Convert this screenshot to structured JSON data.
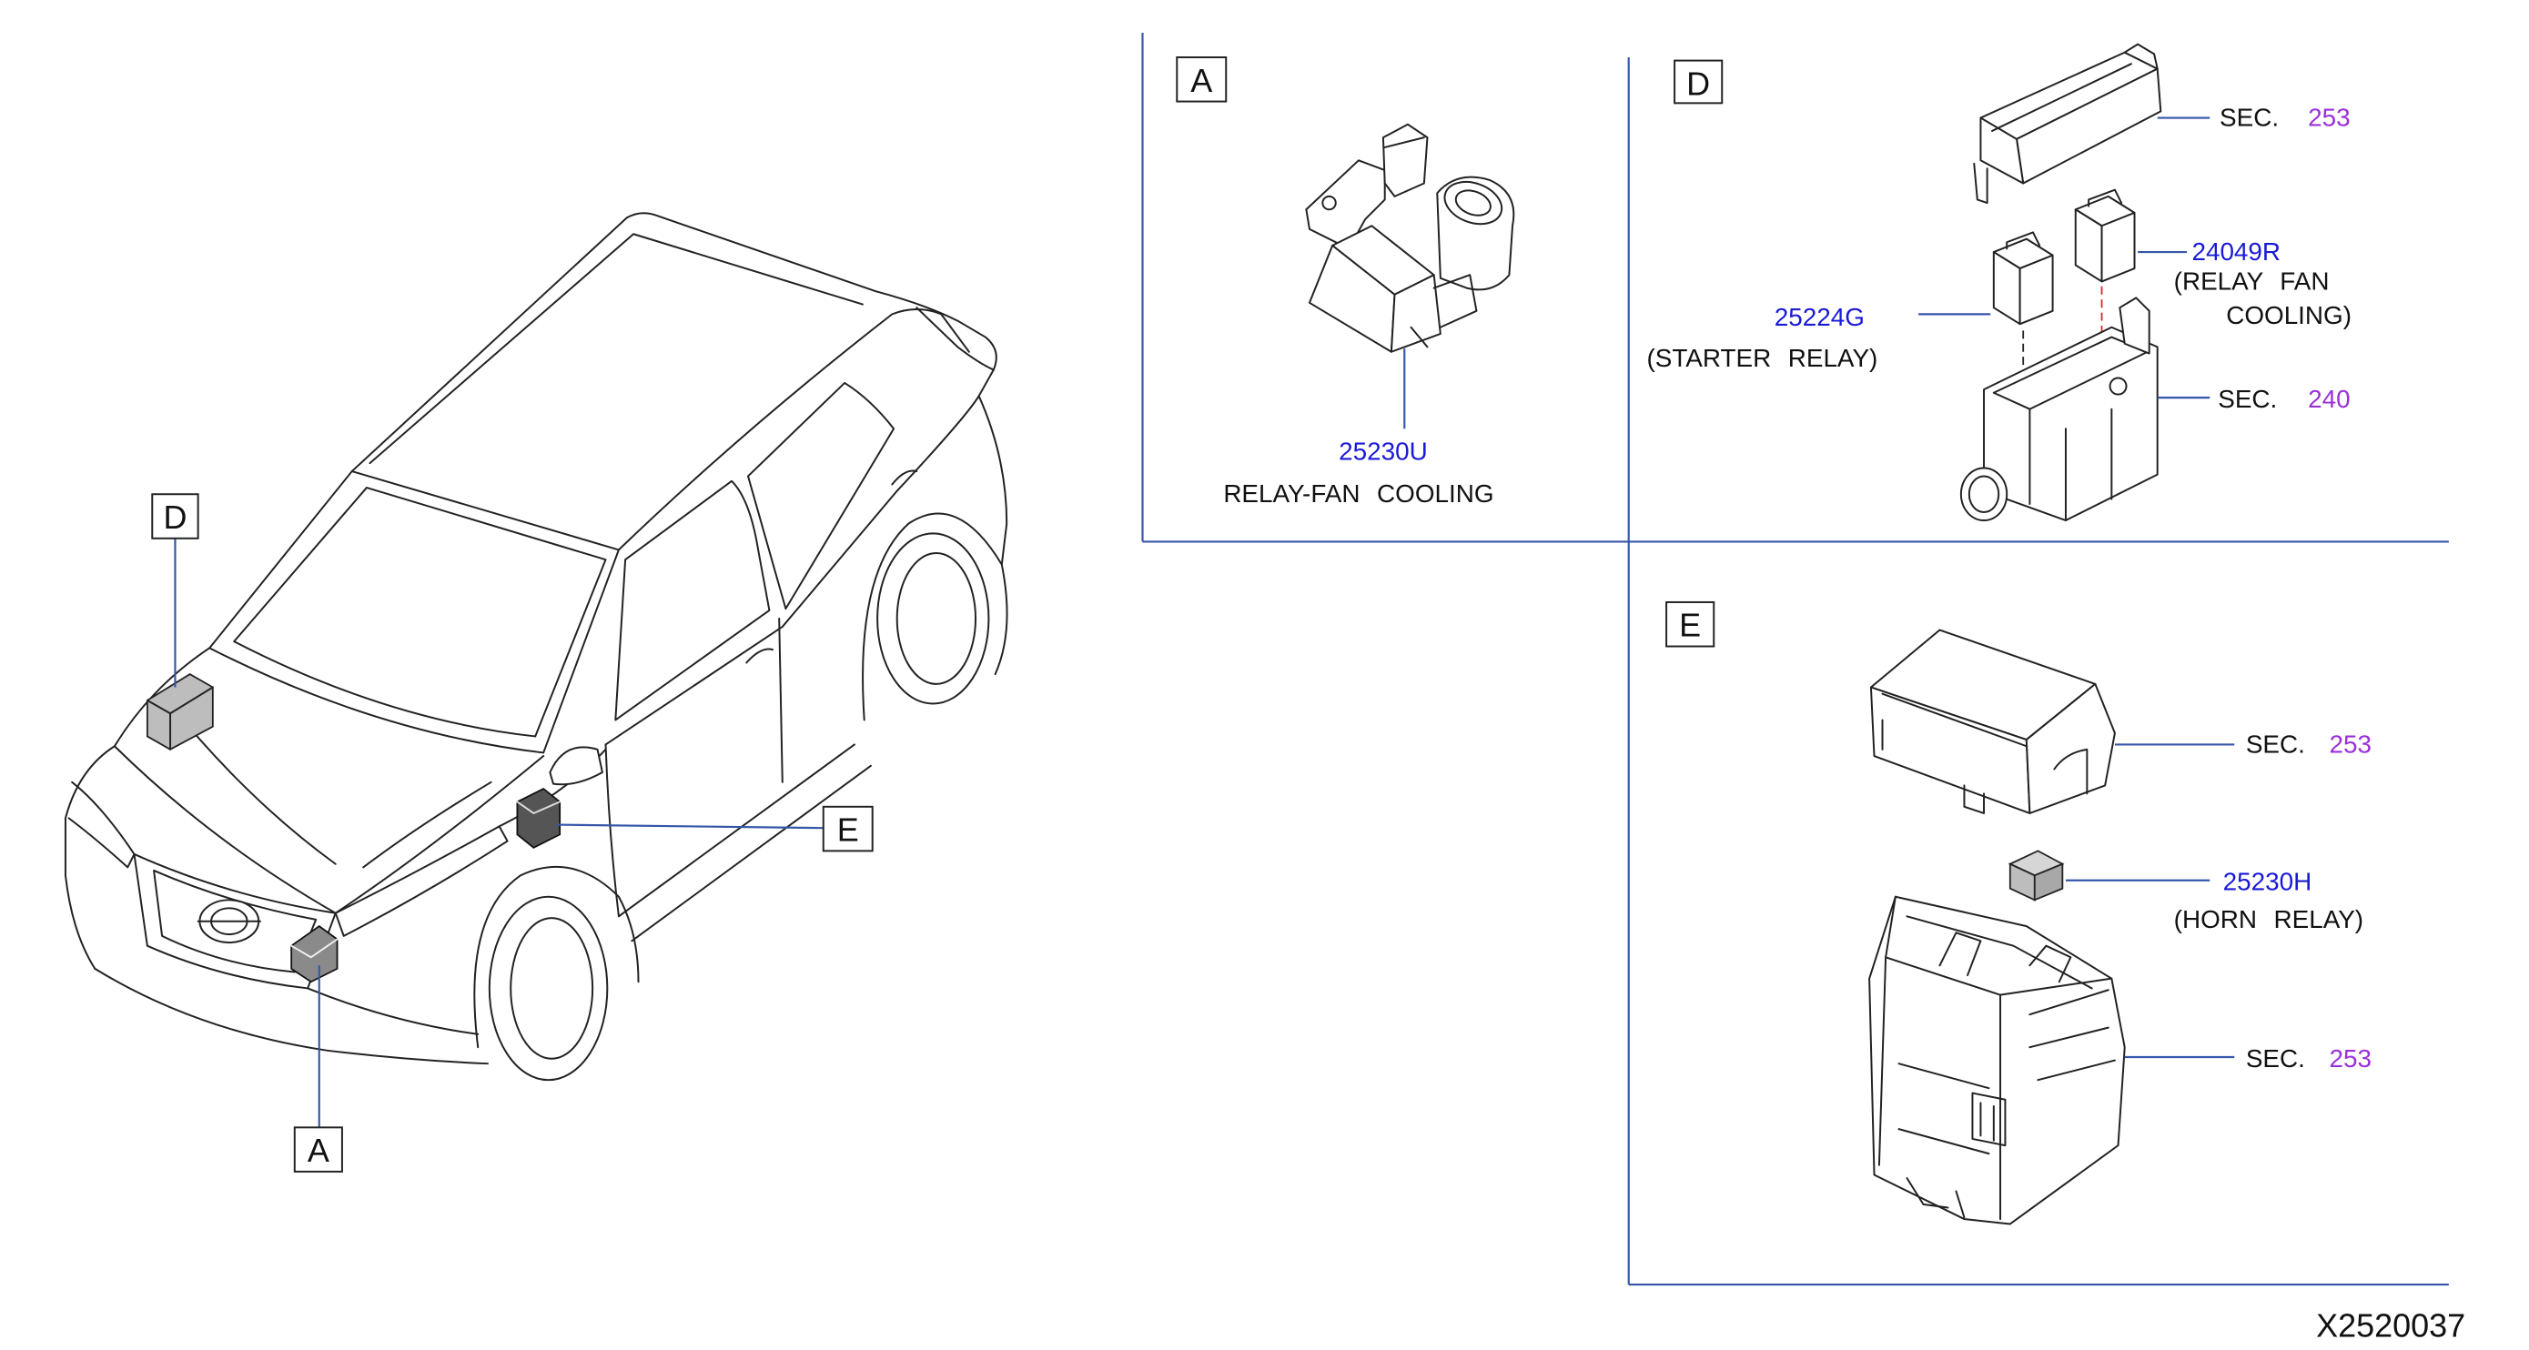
{
  "figure_code": "X2520037",
  "colors": {
    "part_number": "#1a1ad6",
    "section_number": "#9b30d9",
    "leader": "#3556a8",
    "frame": "#3556a8",
    "text": "#111111",
    "red_dash": "#d42a2a"
  },
  "vehicle": {
    "callout_d": "D",
    "callout_e": "E",
    "callout_a": "A"
  },
  "panel_a": {
    "label": "A",
    "relay_fan_cooling": {
      "part_number": "25230U",
      "name": "RELAY-FAN COOLING"
    }
  },
  "panel_d": {
    "label": "D",
    "cover": {
      "sec": "SEC.",
      "sec_number": "253"
    },
    "relay_fan": {
      "part_number": "24049R",
      "name_line1": "(RELAY FAN",
      "name_line2": "COOLING)"
    },
    "starter_relay": {
      "part_number": "25224G",
      "name": "(STARTER RELAY)"
    },
    "relay_box": {
      "sec": "SEC.",
      "sec_number": "240"
    }
  },
  "panel_e": {
    "label": "E",
    "cover": {
      "sec": "SEC.",
      "sec_number": "253"
    },
    "horn_relay": {
      "part_number": "25230H",
      "name": "(HORN RELAY)"
    },
    "fuse_block": {
      "sec": "SEC.",
      "sec_number": "253"
    }
  }
}
